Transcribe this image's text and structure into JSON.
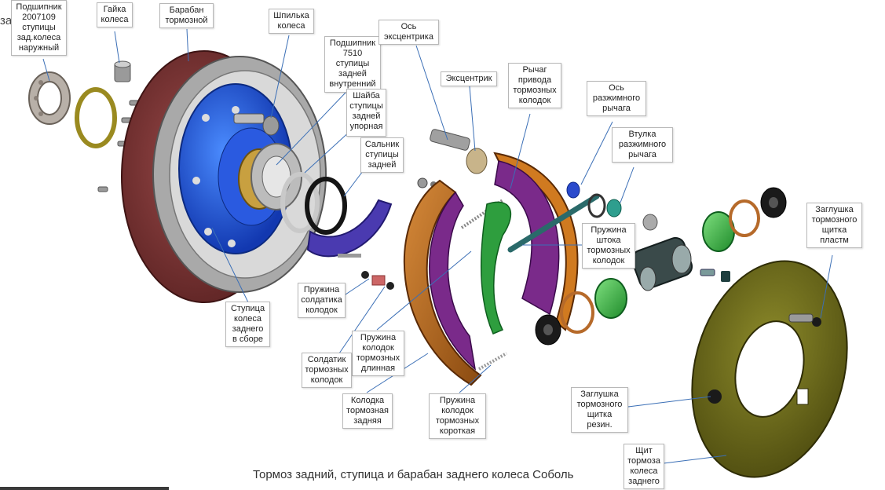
{
  "header_fragment": "за     обол",
  "caption": "Тормоз задний, ступица и барабан заднего колеса Соболь",
  "labels": {
    "bearing_outer": "Подшипник\n2007109\nступицы\nзад.колеса\nнаружный",
    "wheel_nut": "Гайка\nколеса",
    "brake_drum": "Барабан\nтормозной",
    "wheel_stud": "Шпилька\nколеса",
    "bearing_inner": "Подшипник\n7510\nступицы\nзадней\nвнутренний",
    "thrust_washer": "Шайба\nступицы\nзадней\nупорная",
    "hub_seal": "Сальник\nступицы\nзадней",
    "eccentric_axle": "Ось\nэксцентрика",
    "eccentric": "Эксцентрик",
    "drive_lever": "Рычаг\nпривода\nтормозных\nколодок",
    "expander_axle": "Ось\nразжимного\nрычага",
    "expander_bushing": "Втулка\nразжимного\nрычага",
    "hub_assembly": "Ступица\nколеса\nзаднего\nв сборе",
    "rod_spring": "Пружина\nштока\nтормозных\nколодок",
    "plug_plastic": "Заглушка\nтормозного\nщитка\nпластм",
    "retainer_spring": "Пружина\nсолдатика\nколодок",
    "long_spring": "Пружина\nколодок\nтормозных\nдлинная",
    "shoe_retainer": "Солдатик\nтормозных\nколодок",
    "brake_shoe": "Колодка\nтормозная\nзадняя",
    "short_spring": "Пружина\nколодок\nтормозных\nкороткая",
    "plug_rubber": "Заглушка\nтормозного\nщитка\nрезин.",
    "brake_shield": "Щит\nтормоза\nколеса\nзаднего"
  }
}
